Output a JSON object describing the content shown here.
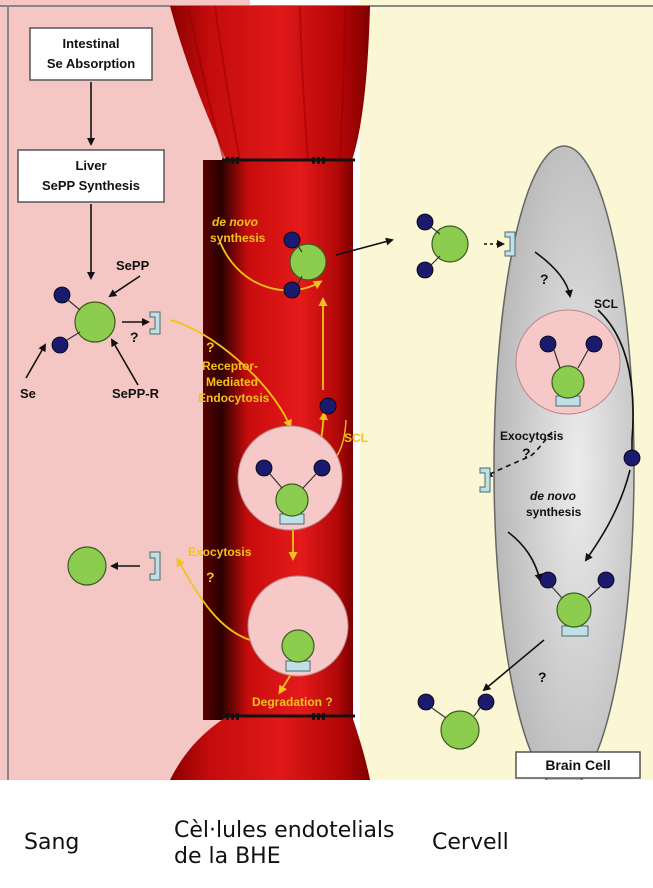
{
  "colors": {
    "blood_bg": "#f4c7c4",
    "brain_bg": "#fbf6d4",
    "vessel": "#d00d0d",
    "protein": "#8ccc4e",
    "selenium": "#1a1a6e",
    "receptor": "#bfe0e6",
    "vesicle": "#f6c8c8",
    "brain_cell": "#cfcfcf",
    "annotation_yellow": "#f4c21a"
  },
  "labels": {
    "intestinal": [
      "Intestinal",
      "Se Absorption"
    ],
    "liver": [
      "Liver",
      "SePP Synthesis"
    ],
    "sepp": "SePP",
    "se": "Se",
    "sepp_r": "SePP-R",
    "q": "?",
    "de_novo": [
      "de novo",
      "synthesis"
    ],
    "rme": [
      "Receptor-",
      "Mediated",
      "Endocytosis"
    ],
    "scl": "SCL",
    "exocytosis": "Exocytosis",
    "degradation": "Degradation ?",
    "brain_cell": "Brain Cell"
  },
  "captions": {
    "blood": "Sang",
    "endothelial": "Cèl·lules endotelials de la BHE",
    "brain": "Cervell"
  }
}
